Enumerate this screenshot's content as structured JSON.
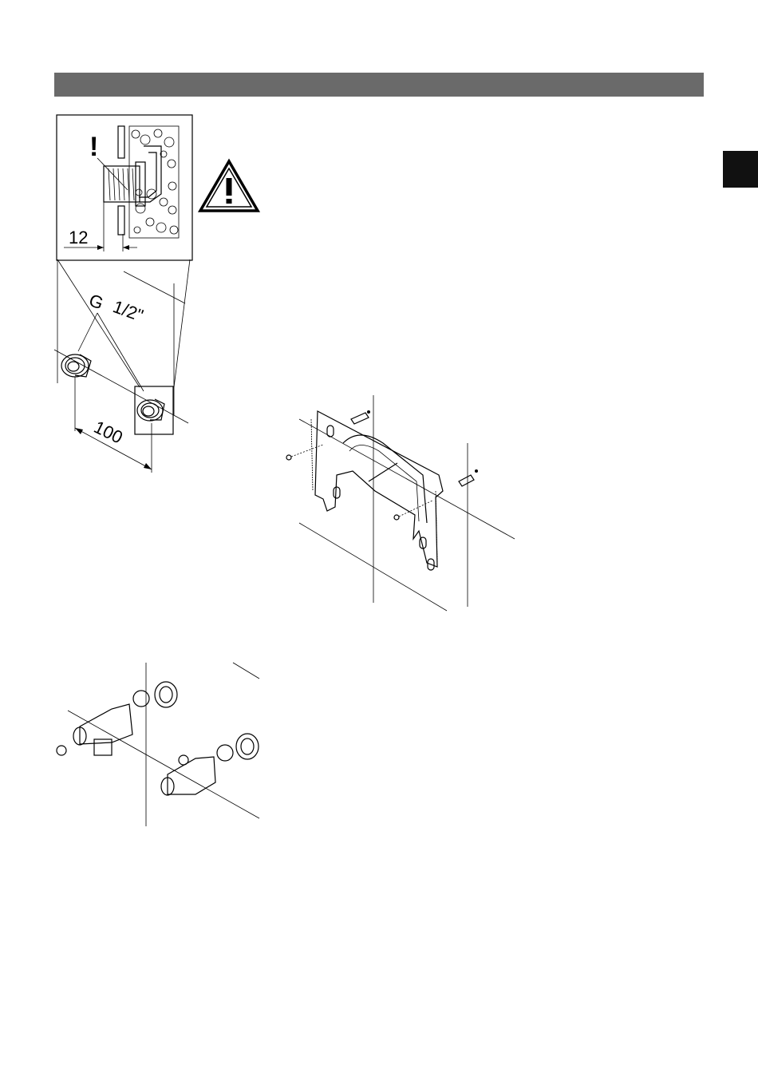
{
  "header": {
    "bar_color": "#6a6a6a"
  },
  "side_tab": {
    "color": "#111111"
  },
  "detail_inset": {
    "dimension_label": "12",
    "attention_mark": "!"
  },
  "pipe_connection": {
    "thread_label_g": "G",
    "thread_label_size": "1/2\"",
    "spacing_label": "100"
  },
  "icons": [
    "warning-triangle-icon",
    "wall-bracket-illustration",
    "valve-assembly-illustration"
  ]
}
